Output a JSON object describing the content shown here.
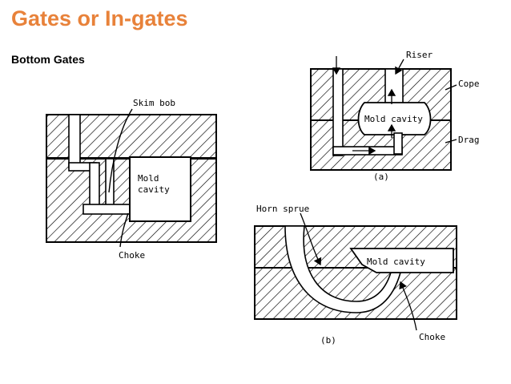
{
  "slide": {
    "title": "Gates or In-gates",
    "subtitle": "Bottom Gates"
  },
  "figure_left": {
    "labels": {
      "skim_bob": "Skim bob",
      "mold": "Mold",
      "cavity": "cavity",
      "choke": "Choke"
    }
  },
  "figure_a": {
    "labels": {
      "riser": "Riser",
      "cope": "Cope",
      "mold_cavity": "Mold cavity",
      "drag": "Drag",
      "caption": "(a)"
    }
  },
  "figure_b": {
    "labels": {
      "horn_sprue": "Horn sprue",
      "mold_cavity": "Mold cavity",
      "choke": "Choke",
      "caption": "(b)"
    }
  }
}
